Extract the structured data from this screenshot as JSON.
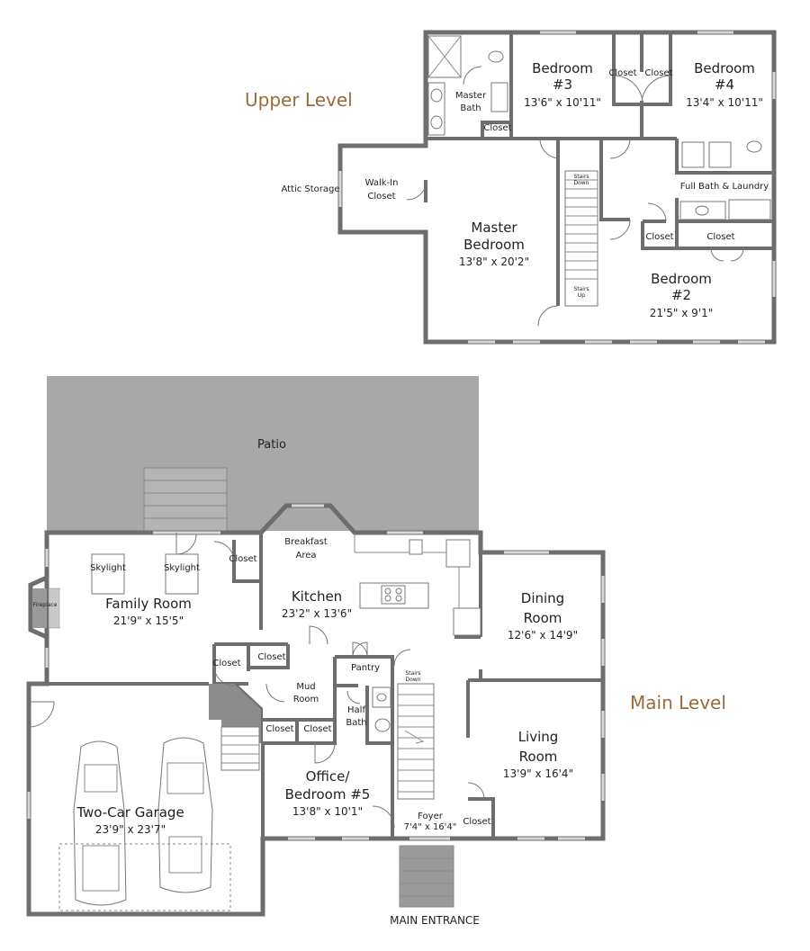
{
  "labels": {
    "upper_level": "Upper Level",
    "main_level": "Main Level",
    "main_entrance": "MAIN ENTRANCE",
    "patio": "Patio"
  },
  "upper": {
    "bedroom3": {
      "name": "Bedroom",
      "num": "#3",
      "dim": "13'6\" x 10'11\""
    },
    "bedroom4": {
      "name": "Bedroom",
      "num": "#4",
      "dim": "13'4\" x 10'11\""
    },
    "master_bath": {
      "line1": "Master",
      "line2": "Bath"
    },
    "walkin": {
      "line1": "Walk-In",
      "line2": "Closet"
    },
    "attic": "Attic Storage",
    "master_bedroom": {
      "line1": "Master",
      "line2": "Bedroom",
      "dim": "13'8\" x 20'2\""
    },
    "full_bath": "Full Bath & Laundry",
    "bedroom2": {
      "name": "Bedroom",
      "num": "#2",
      "dim": "21'5\" x 9'1\""
    },
    "closet": "Closet",
    "stairs_down": {
      "line1": "Stairs",
      "line2": "Down"
    },
    "stairs_up": {
      "line1": "Stairs",
      "line2": "Up"
    }
  },
  "main": {
    "breakfast": {
      "line1": "Breakfast",
      "line2": "Area"
    },
    "kitchen": {
      "name": "Kitchen",
      "dim": "23'2\" x 13'6\""
    },
    "family": {
      "name": "Family Room",
      "dim": "21'9\" x 15'5\""
    },
    "skylight": "Skylight",
    "fireplace": "Fireplace",
    "dining": {
      "line1": "Dining",
      "line2": "Room",
      "dim": "12'6\" x 14'9\""
    },
    "pantry": "Pantry",
    "mud": {
      "line1": "Mud",
      "line2": "Room"
    },
    "half_bath": {
      "line1": "Half",
      "line2": "Bath"
    },
    "living": {
      "line1": "Living",
      "line2": "Room",
      "dim": "13'9\" x 16'4\""
    },
    "office": {
      "line1": "Office/",
      "line2": "Bedroom #5",
      "dim": "13'8\" x 10'1\""
    },
    "garage": {
      "name": "Two-Car Garage",
      "dim": "23'9\" x 23'7\""
    },
    "foyer": {
      "name": "Foyer",
      "dim": "7'4\" x 16'4\""
    },
    "closet": "Closet",
    "stairs_down": {
      "line1": "Stairs",
      "line2": "Down"
    }
  },
  "colors": {
    "wall": "#6d6d6d",
    "patio_fill": "#a8a8a8",
    "stairs_fill": "#8c8c8c",
    "level_label": "#9a6a3a"
  }
}
